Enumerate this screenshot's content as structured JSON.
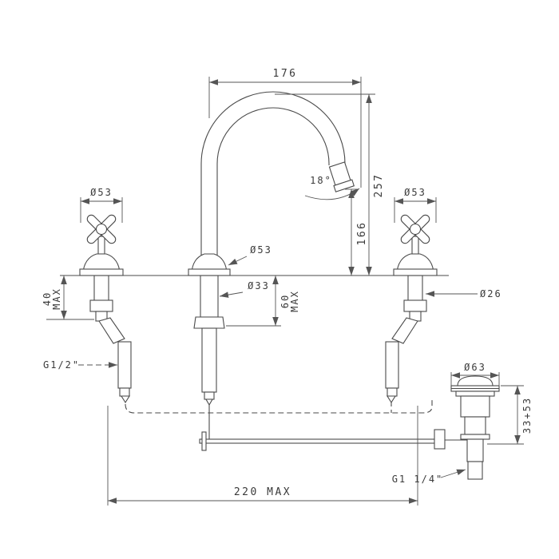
{
  "drawing": {
    "dims": {
      "spout_reach": "176",
      "total_height": "257",
      "outlet_height": "166",
      "outlet_angle": "18°",
      "left_handle_diameter": "Ø53",
      "right_handle_diameter": "Ø53",
      "spout_base_diameter": "Ø53",
      "spout_shank_diameter": "Ø33",
      "handle_shank_diameter": "Ø26",
      "left_deck_max_value": "40",
      "left_deck_max_unit": "MAX",
      "center_deck_max_value": "60",
      "center_deck_max_unit": "MAX",
      "inlet_thread": "G1/2\"",
      "drain_flange_diameter": "Ø63",
      "drain_height": "33+53",
      "drain_thread": "G1 1/4\"",
      "overall_spacing": "220 MAX"
    }
  }
}
